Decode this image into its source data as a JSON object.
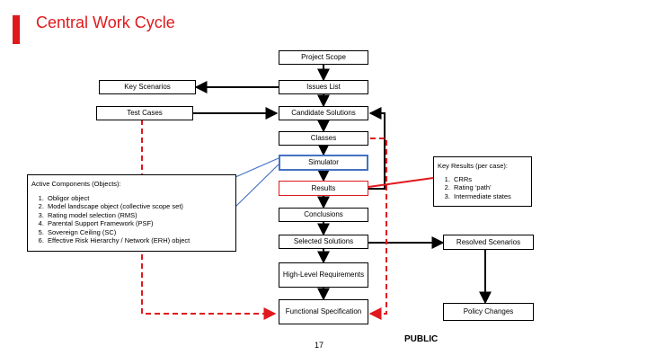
{
  "header": {
    "title": "Central Work Cycle"
  },
  "flow": {
    "project_scope": "Project Scope",
    "key_scenarios": "Key Scenarios",
    "issues_list": "Issues List",
    "test_cases": "Test Cases",
    "candidate_solutions": "Candidate Solutions",
    "classes": "Classes",
    "simulator": "Simulator",
    "results": "Results",
    "conclusions": "Conclusions",
    "selected_solutions": "Selected Solutions",
    "resolved_scenarios": "Resolved Scenarios",
    "high_level_requirements": "High-Level Requirements",
    "functional_specification": "Functional Specification",
    "policy_changes": "Policy Changes"
  },
  "active_components": {
    "heading": "Active Components (Objects):",
    "items": [
      "Obligor object",
      "Model landscape object (collective scope set)",
      "Rating model selection (RMS)",
      "Parental Support Framework (PSF)",
      "Sovereign Ceiling (SC)",
      "Effective Risk Hierarchy / Network (ERH) object"
    ]
  },
  "key_results": {
    "heading": "Key Results (per case):",
    "items": [
      "CRRs",
      "Rating ‘path’",
      "Intermediate states"
    ]
  },
  "footer": {
    "page_number": "17",
    "classification": "PUBLIC"
  },
  "colors": {
    "accent_red": "#e0191d",
    "simulator_blue": "#4472c4",
    "line": "#000000"
  }
}
